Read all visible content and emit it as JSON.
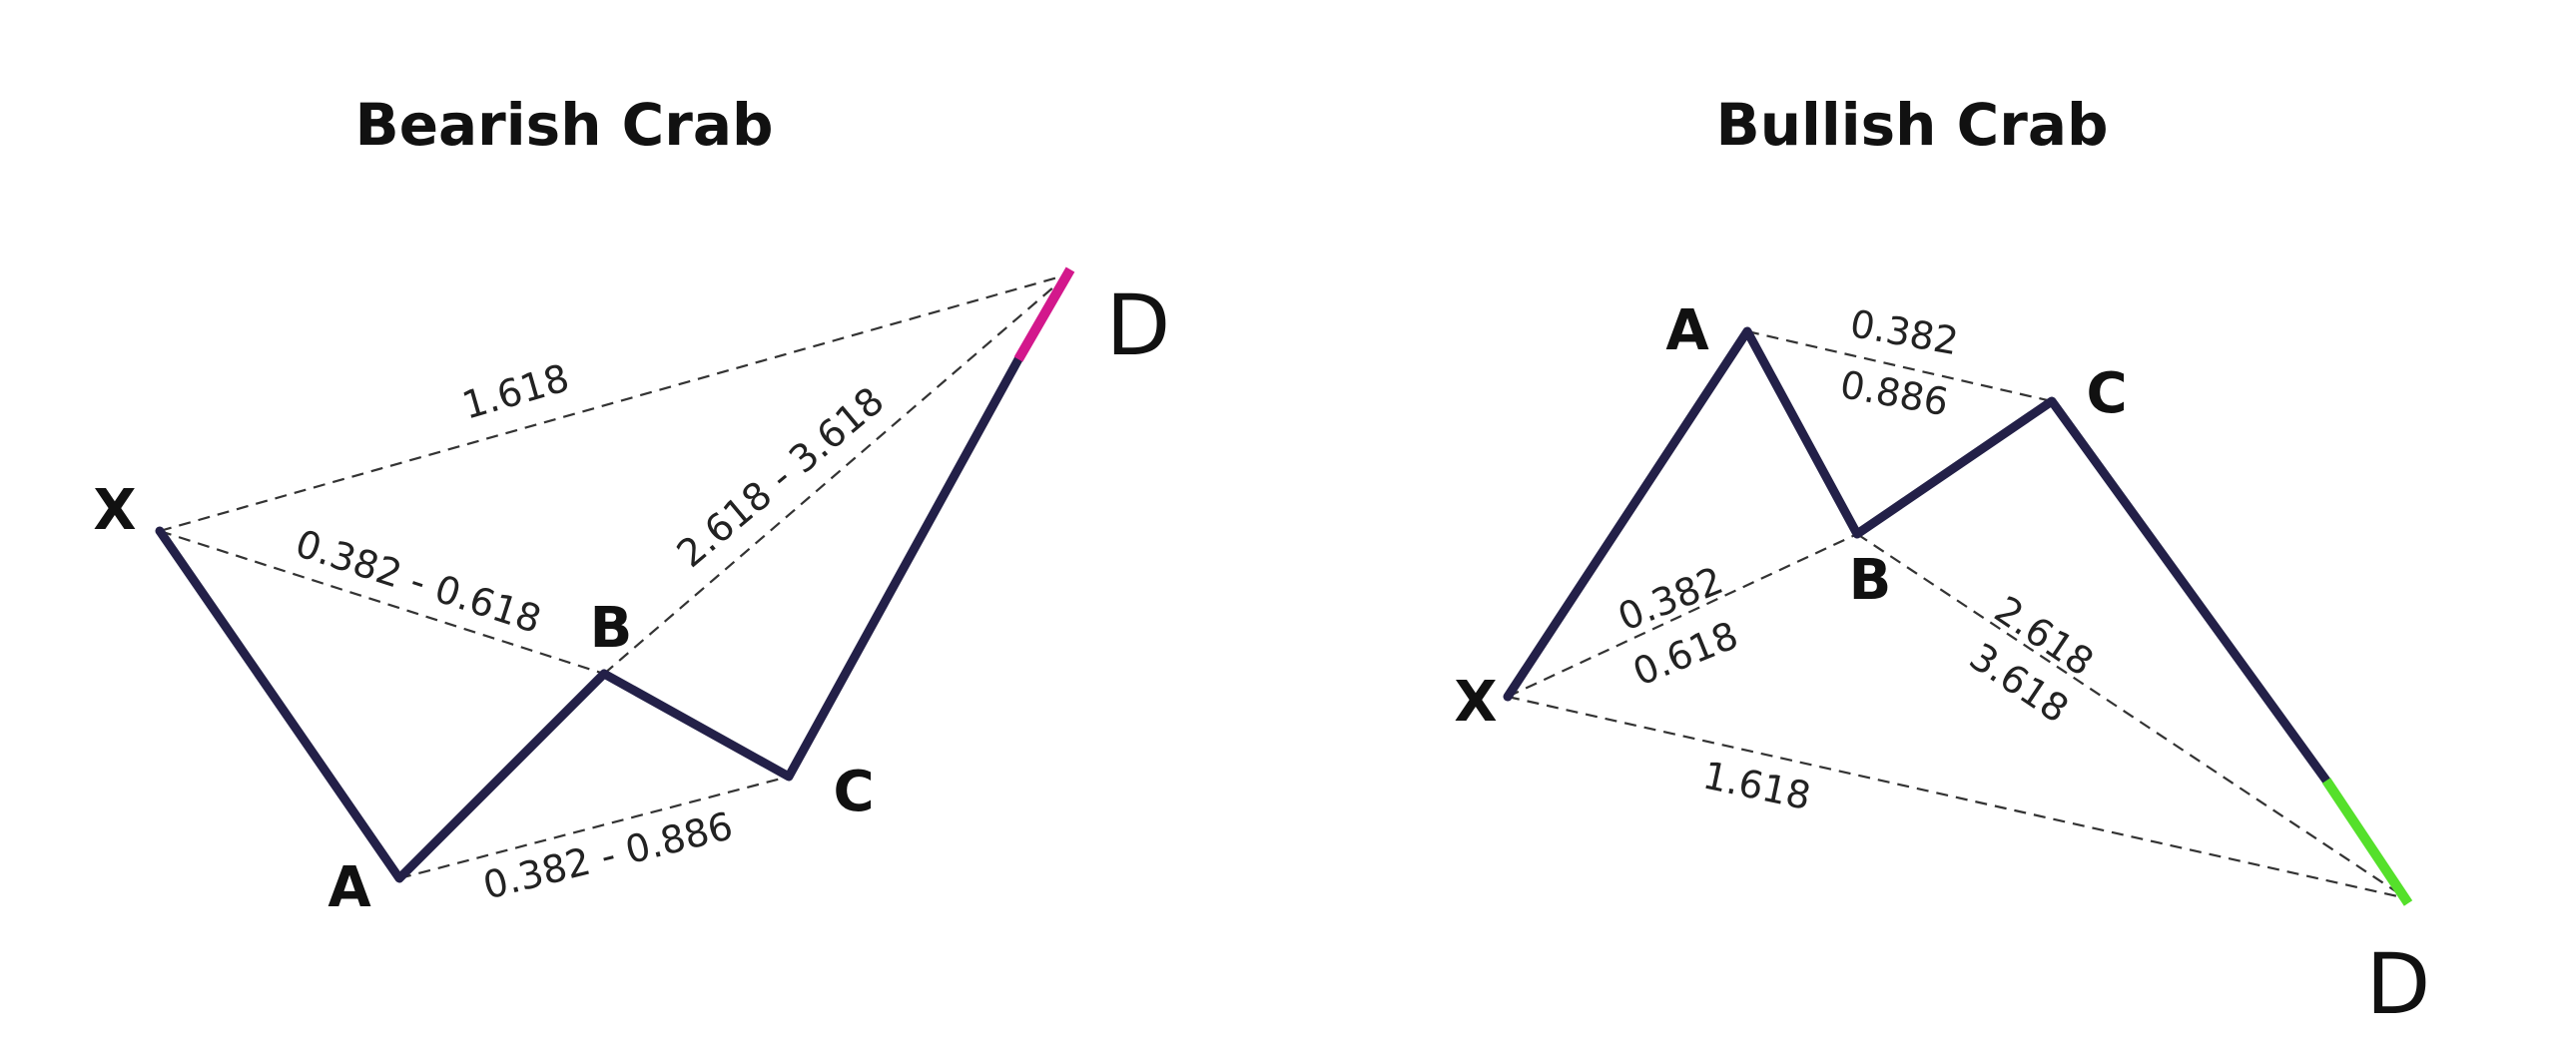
{
  "bearish": {
    "title": "Bearish Crab",
    "labels": {
      "X": "X",
      "A": "A",
      "B": "B",
      "C": "C",
      "D": "D"
    },
    "ratios": {
      "xb": "0.382 - 0.618",
      "ac": "0.382 - 0.886",
      "bd": "2.618 - 3.618",
      "xd": "1.618"
    },
    "prz_color": "#d3188c"
  },
  "bullish": {
    "title": "Bullish Crab",
    "labels": {
      "X": "X",
      "A": "A",
      "B": "B",
      "C": "C",
      "D": "D"
    },
    "ratios": {
      "ac_top": "0.382",
      "ac_bottom": "0.886",
      "xb_top": "0.382",
      "xb_bottom": "0.618",
      "bd_top": "2.618",
      "bd_bottom": "3.618",
      "xd": "1.618"
    },
    "prz_color": "#55e02b"
  },
  "leg_color": "#232048"
}
